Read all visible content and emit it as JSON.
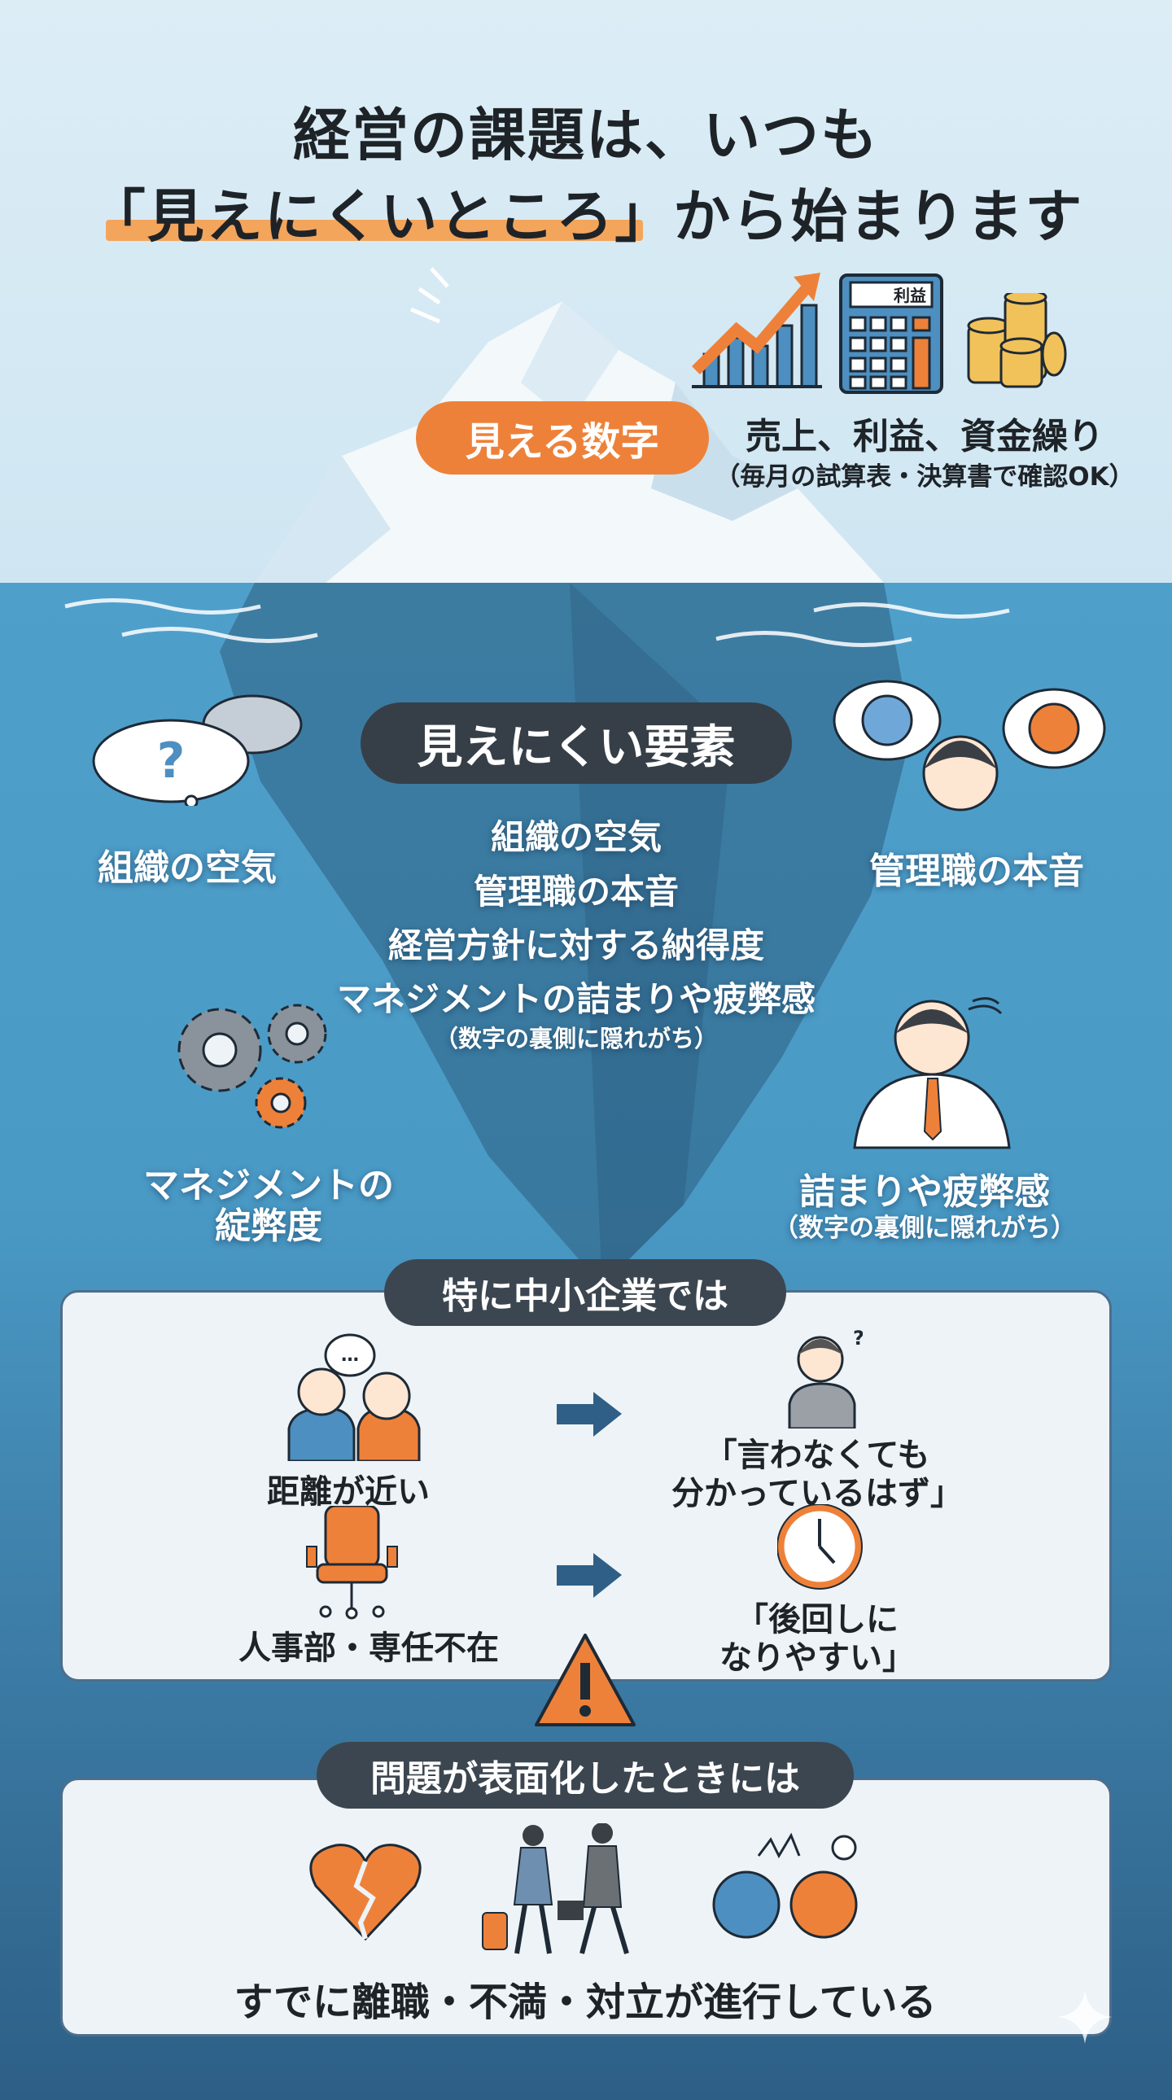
{
  "title": {
    "line1": "経営の課題は、いつも",
    "line2": "「見えにくいところ」から始まります"
  },
  "visible": {
    "label": "見える数字",
    "calculator_display": "利益",
    "items": "売上、利益、資金繰り",
    "note": "（毎月の試算表・決算書で確認OK）"
  },
  "hidden": {
    "label": "見えにくい要素",
    "list": [
      "組織の空気",
      "管理職の本音",
      "経営方針に対する納得度",
      "マネジメントの詰まりや疲弊感"
    ],
    "list_note": "（数字の裏側に隠れがち）",
    "callouts": {
      "air": "組織の空気",
      "manager": "管理職の本音",
      "mgmt_line1": "マネジメントの",
      "mgmt_line2": "綻弊度",
      "fatigue": "詰まりや疲弊感",
      "fatigue_note": "（数字の裏側に隠れがち）"
    }
  },
  "sme": {
    "header": "特に中小企業では",
    "rows": [
      {
        "cause": "距離が近い",
        "effect_line1": "「言わなくても",
        "effect_line2": "分かっているはず」"
      },
      {
        "cause": "人事部・専任不在",
        "effect_line1": "「後回しに",
        "effect_line2": "なりやすい」"
      }
    ]
  },
  "surface": {
    "header": "問題が表面化したときには",
    "text": "すでに離職・不満・対立が進行している"
  },
  "colors": {
    "orange": "#ee8139",
    "blue": "#2f5f86",
    "dark": "#3c4650"
  }
}
